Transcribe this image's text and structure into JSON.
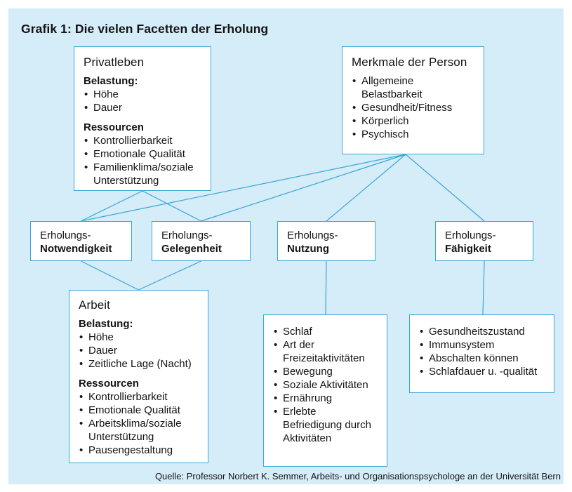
{
  "title": "Grafik 1: Die vielen Facetten der Erholung",
  "source": "Quelle: Professor Norbert K. Semmer, Arbeits- und Organisationspsychologe an der Universität Bern",
  "colors": {
    "panel_bg": "#d5ecf9",
    "line": "#3aa6d6",
    "box_bg": "#ffffff",
    "text": "#131313"
  },
  "boxes": {
    "privatleben": {
      "title": "Privatleben",
      "belastung_label": "Belastung:",
      "belastung_items": [
        "Höhe",
        "Dauer"
      ],
      "ressourcen_label": "Ressourcen",
      "ressourcen_items": [
        "Kontrollierbarkeit",
        "Emotionale Qualität",
        "Familienklima/soziale Unterstützung"
      ]
    },
    "merkmale": {
      "title": "Merkmale der Person",
      "items": [
        "Allgemeine Belastbarkeit",
        "Gesundheit/Fitness",
        "Körperlich",
        "Psychisch"
      ]
    },
    "notwendigkeit": {
      "line1": "Erholungs-",
      "line2": "Notwendigkeit"
    },
    "gelegenheit": {
      "line1": "Erholungs-",
      "line2": "Gelegenheit"
    },
    "nutzung": {
      "line1": "Erholungs-",
      "line2": "Nutzung"
    },
    "faehigkeit": {
      "line1": "Erholungs-",
      "line2": "Fähigkeit"
    },
    "arbeit": {
      "title": "Arbeit",
      "belastung_label": "Belastung:",
      "belastung_items": [
        "Höhe",
        "Dauer",
        "Zeitliche Lage (Nacht)"
      ],
      "ressourcen_label": "Ressourcen",
      "ressourcen_items": [
        "Kontrollierbarkeit",
        "Emotionale Qualität",
        "Arbeitsklima/soziale Unterstützung",
        "Pausengestaltung"
      ]
    },
    "nutzung_details": {
      "items": [
        "Schlaf",
        "Art der Freizeitaktivitäten",
        "Bewegung",
        "Soziale Aktivitäten",
        "Ernährung",
        "Erlebte Befriedigung durch Aktivitäten"
      ]
    },
    "faehigkeit_details": {
      "items": [
        "Gesundheitszustand",
        "Immunsystem",
        "Abschalten können",
        "Schlafdauer u. -qualität"
      ]
    }
  },
  "edges": [
    {
      "from": "privatleben",
      "to": "erholungs-notwendigkeit"
    },
    {
      "from": "privatleben",
      "to": "erholungs-gelegenheit"
    },
    {
      "from": "merkmale-der-person",
      "to": "erholungs-notwendigkeit"
    },
    {
      "from": "merkmale-der-person",
      "to": "erholungs-gelegenheit"
    },
    {
      "from": "merkmale-der-person",
      "to": "erholungs-nutzung"
    },
    {
      "from": "merkmale-der-person",
      "to": "erholungs-faehigkeit"
    },
    {
      "from": "erholungs-notwendigkeit",
      "to": "arbeit"
    },
    {
      "from": "erholungs-gelegenheit",
      "to": "arbeit"
    },
    {
      "from": "erholungs-nutzung",
      "to": "nutzung-details"
    },
    {
      "from": "erholungs-faehigkeit",
      "to": "faehigkeit-details"
    }
  ]
}
